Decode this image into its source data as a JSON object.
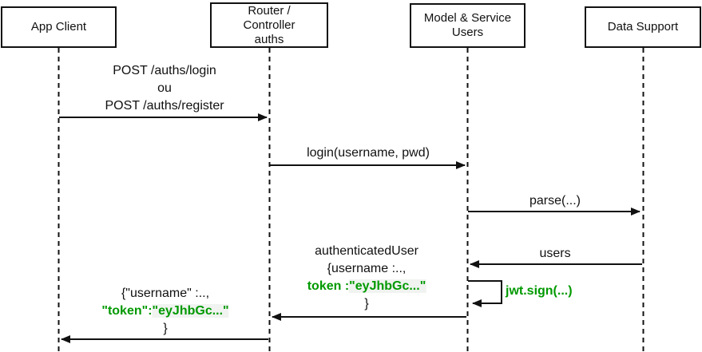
{
  "colors": {
    "green": "#009900",
    "line": "#111111",
    "text": "#111111",
    "canvas": "#ffffff"
  },
  "actors": {
    "app_client": {
      "line1": "App Client"
    },
    "router": {
      "line1": "Router /",
      "line2": "Controller",
      "line3": "auths"
    },
    "model": {
      "line1": "Model & Service",
      "line2": "Users"
    },
    "data_support": {
      "line1": "Data Support"
    }
  },
  "messages": {
    "post_auth": {
      "line1": "POST /auths/login",
      "line2": "ou",
      "line3": "POST /auths/register"
    },
    "login": {
      "label": "login(username, pwd)"
    },
    "parse": {
      "label": "parse(...)"
    },
    "users": {
      "label": "users"
    },
    "auth_user": {
      "line1": "authenticatedUser",
      "line2": "{username :..,",
      "line3_prefix": "token :",
      "line3_token": "\"eyJhbGc...\"",
      "line4": "}"
    },
    "jwt_sign": {
      "label": "jwt.sign(...)"
    },
    "response": {
      "line1": "{\"username\" :..,",
      "line2_prefix": "\"token\":",
      "line2_token": "\"eyJhbGc...\"",
      "line3": "}"
    }
  }
}
